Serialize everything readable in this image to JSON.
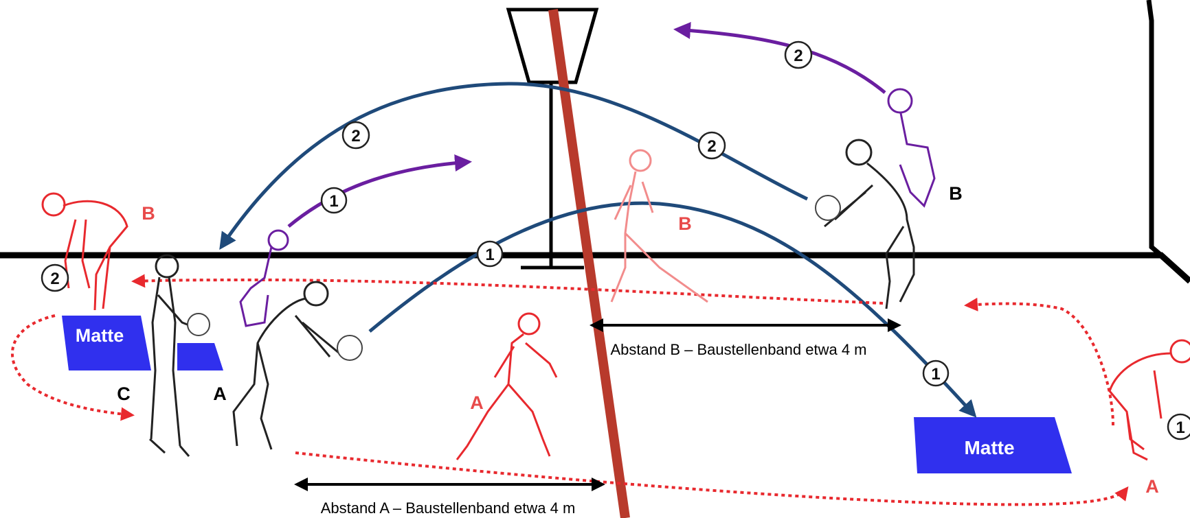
{
  "labels": {
    "mat_left": "Matte",
    "mat_right": "Matte",
    "left_b": "B",
    "left_c": "C",
    "left_a": "A",
    "mid_a": "A",
    "mid_b": "B",
    "right_b": "B",
    "right_a": "A",
    "ball_1": "1",
    "ball_2": "2"
  },
  "distances": {
    "a": "Abstand A – Baustellenband etwa 4 m",
    "b": "Abstand B – Baustellenband etwa 4 m"
  },
  "colors": {
    "red_player": "#e8292e",
    "red_label": "#e84a4a",
    "blue_path": "#1f4a7a",
    "purple_path": "#6a1ea0",
    "mat": "#3030ee",
    "tape": "#b83a2c",
    "floor_line": "#000000"
  },
  "icons": [
    "volleyball-icon",
    "basketball-hoop",
    "arrow-icon"
  ]
}
